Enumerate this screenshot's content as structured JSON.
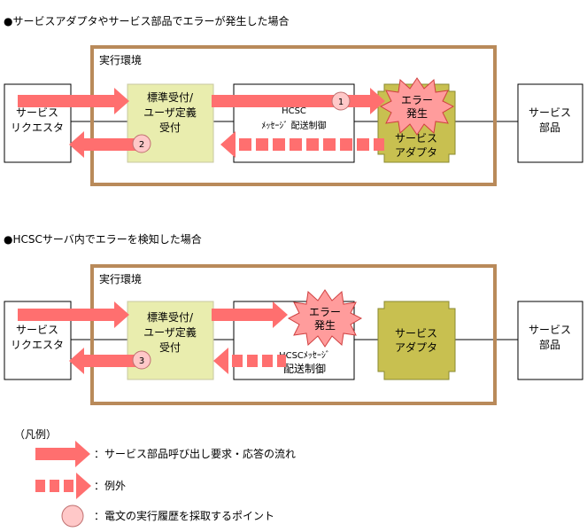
{
  "section1": {
    "title": "●サービスアダプタやサービス部品でエラーが発生した場合",
    "env_label": "実行環境",
    "requester": [
      "サービス",
      "リクエスタ"
    ],
    "standard": [
      "標準受付/",
      "ユーザ定義",
      "受付"
    ],
    "hcsc": [
      "HCSC",
      "ﾒｯｾｰｼﾞ 配送制御"
    ],
    "adapter": [
      "サービス",
      "アダプタ"
    ],
    "component": [
      "サービス",
      "部品"
    ],
    "error": [
      "エラー",
      "発生"
    ],
    "point_1": "1",
    "point_2": "2"
  },
  "section2": {
    "title": "●HCSCサーバ内でエラーを検知した場合",
    "env_label": "実行環境",
    "requester": [
      "サービス",
      "リクエスタ"
    ],
    "standard": [
      "標準受付/",
      "ユーザ定義",
      "受付"
    ],
    "hcsc": [
      "HCSCﾒｯｾｰｼﾞ",
      "配送制御"
    ],
    "adapter": [
      "サービス",
      "アダプタ"
    ],
    "component": [
      "サービス",
      "部品"
    ],
    "error": [
      "エラー",
      "発生"
    ],
    "point_3": "3"
  },
  "legend": {
    "title": "（凡例）",
    "flow": "：サービス部品呼び出し要求・応答の流れ",
    "exception": "：例外",
    "point": "：電文の実行履歴を採取するポイント"
  },
  "colors": {
    "arrow": "#ff6f6f",
    "env_border": "#b98a5a",
    "std_fill": "#e9edae",
    "adapter_fill": "#c8c050",
    "error_fill": "#ff9c9c",
    "point_fill": "#ffc8c8"
  }
}
